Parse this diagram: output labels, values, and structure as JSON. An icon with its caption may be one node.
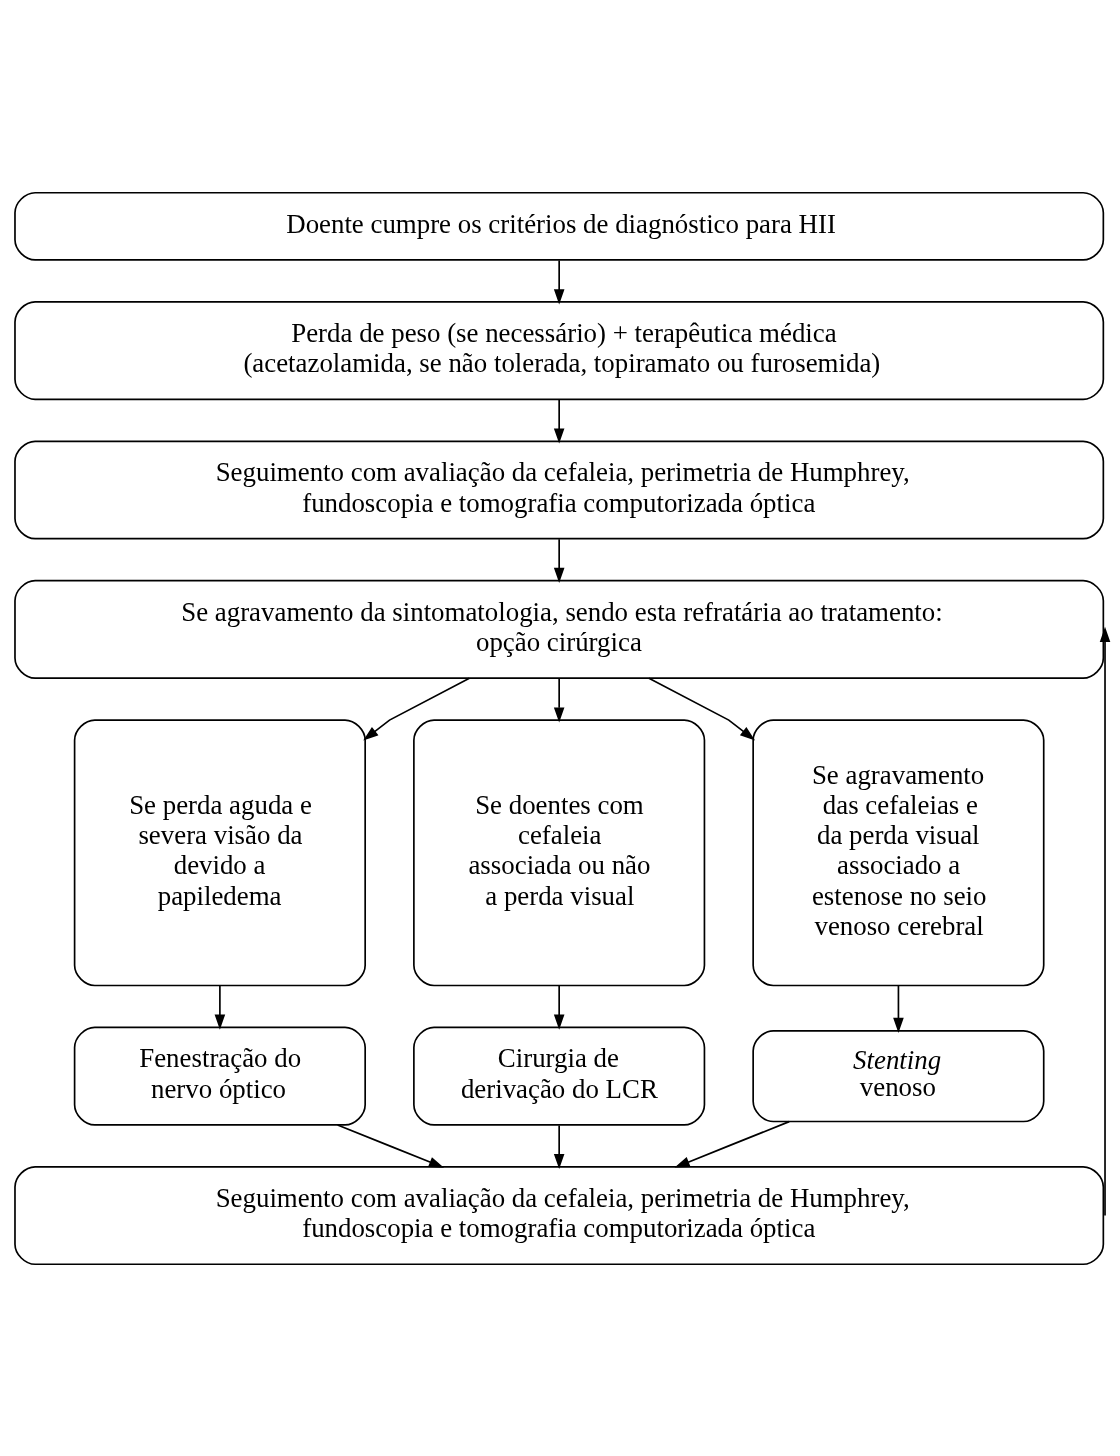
{
  "diagram": {
    "nodes": [
      {
        "text": [
          "Doente cumpre os critérios de diagnóstico para HII"
        ]
      },
      {
        "text": [
          "Perda de peso (se necessário) + terapêutica médica (acetazolamida, se não tolerada, topiramato ou furosemida)"
        ]
      },
      {
        "text": [
          "Seguimento com avaliação da cefaleia, perimetria de Humphrey, fundoscopia e tomografia computorizada óptica"
        ]
      },
      {
        "text": [
          "Se agravamento da sintomatologia, sendo esta refratária ao tratamento: opção cirúrgica"
        ]
      },
      {
        "text": [
          "Se perda aguda e severa visão da devido a papiledema"
        ]
      },
      {
        "text": [
          "Se doentes com cefaleia associada ou não a perda visual"
        ]
      },
      {
        "text": [
          "Se agravamento das cefaleias e da perda visual associado a estenose no seio venoso cerebral"
        ]
      },
      {
        "text": [
          "Fenestração do nervo óptico"
        ]
      },
      {
        "text": [
          "Cirurgia de derivação do LCR"
        ]
      },
      {
        "text": [
          "*Stenting* venoso"
        ]
      },
      {
        "text": [
          "Seguimento com avaliação da cefaleia, perimetria de Humphrey, fundoscopia e tomografia computorizada óptica"
        ]
      }
    ],
    "edges": [
      {
        "from": 0,
        "to": 1,
        "arrow": "to"
      },
      {
        "from": 1,
        "to": 2,
        "arrow": "to"
      },
      {
        "from": 2,
        "to": 3,
        "arrow": "to"
      },
      {
        "from": 3,
        "to": 4,
        "arrow": "to"
      },
      {
        "from": 3,
        "to": 5,
        "arrow": "to"
      },
      {
        "from": 3,
        "to": 6,
        "arrow": "to"
      },
      {
        "from": 4,
        "to": 7,
        "arrow": "to"
      },
      {
        "from": 5,
        "to": 8,
        "arrow": "to"
      },
      {
        "from": 6,
        "to": 9,
        "arrow": "to"
      },
      {
        "from": 7,
        "to": 10,
        "arrow": "to"
      },
      {
        "from": 8,
        "to": 10,
        "arrow": "to"
      },
      {
        "from": 9,
        "to": 10,
        "arrow": "to"
      },
      {
        "from": 10,
        "to": 3,
        "arrow": "to"
      }
    ]
  }
}
